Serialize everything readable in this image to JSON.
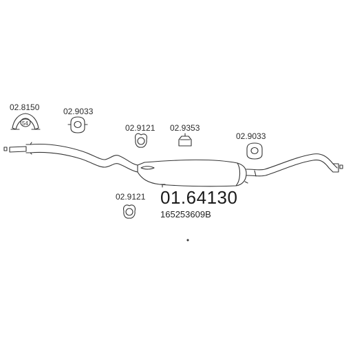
{
  "diagram": {
    "main_part_number": "01.64130",
    "oem_number": "165253609B",
    "components": [
      {
        "part": "02.8150",
        "icon": "clamp-icon",
        "inner_label": "54"
      },
      {
        "part": "02.9033",
        "icon": "rubber-hanger-icon"
      },
      {
        "part": "02.9121",
        "icon": "ring-mount-icon"
      },
      {
        "part": "02.9353",
        "icon": "rubber-buffer-icon"
      },
      {
        "part": "02.9033",
        "icon": "rubber-hanger-icon"
      },
      {
        "part": "02.9121",
        "icon": "ring-mount-icon"
      }
    ],
    "line_color": "#333333"
  }
}
